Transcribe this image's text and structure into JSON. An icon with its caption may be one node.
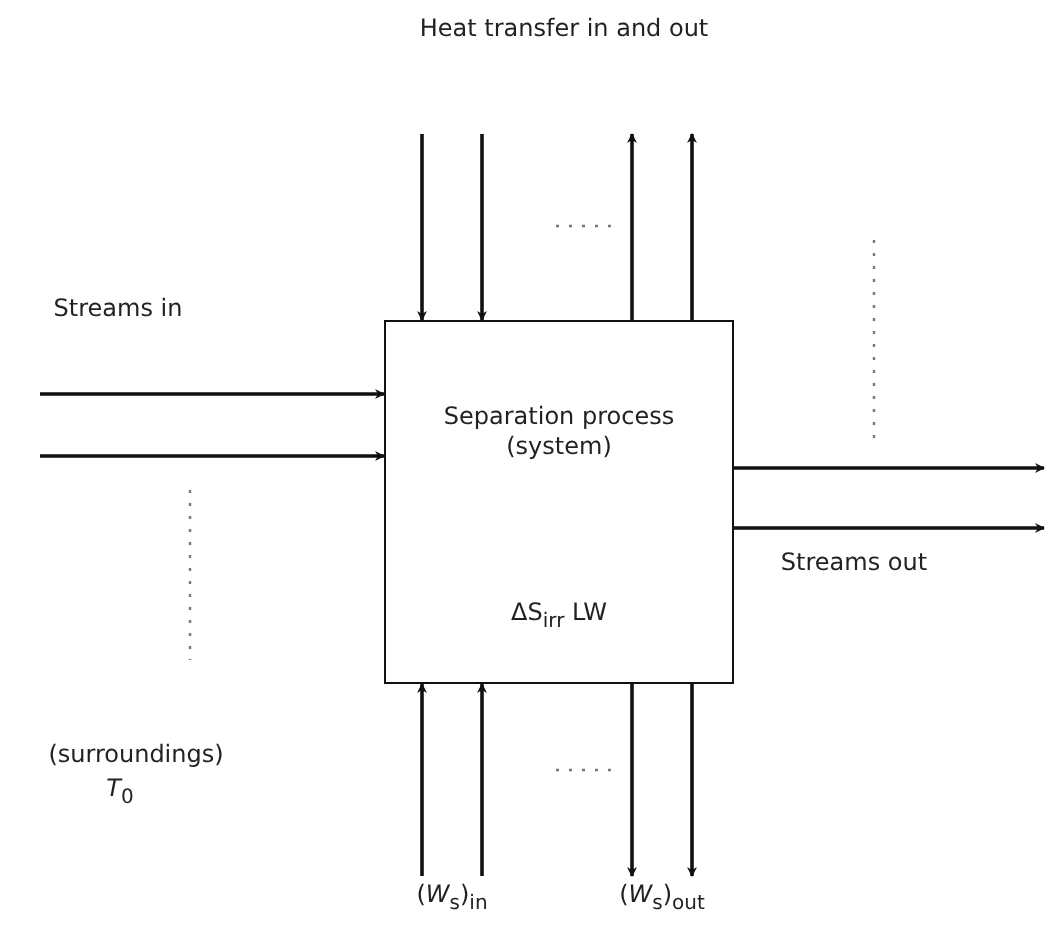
{
  "diagram": {
    "nodes": [
      {
        "text": [
          "Separation process (system)",
          "ΔS$_{irr}$ LW"
        ]
      },
      {
        "text": [
          "(*W*$_{s}$)$_{in}$"
        ]
      },
      {
        "text": [
          "(*W*$_{s}$)$_{out}$"
        ]
      }
    ],
    "edges": [
      {
        "from": null,
        "to": 0,
        "arrow": "to"
      },
      {
        "from": null,
        "to": 0,
        "arrow": "to"
      },
      {
        "from": null,
        "to": 0,
        "arrow": "to"
      },
      {
        "from": null,
        "to": 0,
        "arrow": "to"
      },
      {
        "from": 0,
        "to": null,
        "arrow": "to"
      },
      {
        "from": 0,
        "to": null,
        "arrow": "to"
      },
      {
        "from": 1,
        "to": 0,
        "arrow": "to"
      },
      {
        "from": 1,
        "to": 0,
        "arrow": "to"
      },
      {
        "from": 0,
        "to": 2,
        "arrow": "to"
      },
      {
        "from": 0,
        "to": 2,
        "arrow": "to"
      },
      {
        "from": 0,
        "to": null,
        "arrow": "to"
      },
      {
        "from": 0,
        "to": null,
        "arrow": "to"
      }
    ],
    "labels": [
      "Heat transfer in and out",
      "Streams in",
      "Streams out",
      "(surroundings)",
      "*T*$_{0}$"
    ]
  }
}
